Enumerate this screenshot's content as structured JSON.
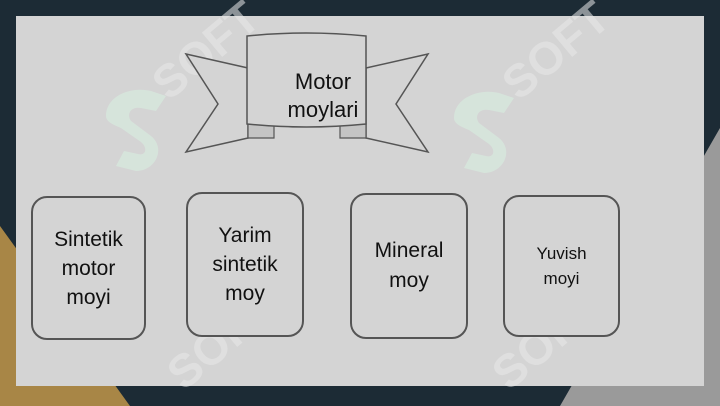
{
  "diagram": {
    "title": "Motor\nmoylari",
    "boxes": [
      {
        "label": "Sintetik\nmotor\nmoyi"
      },
      {
        "label": "Yarim\nsintetik\nmoy"
      },
      {
        "label": "Mineral\nmoy"
      },
      {
        "label": "Yuvish\nmoyi"
      }
    ]
  },
  "watermark": {
    "text": "SOFT"
  },
  "colors": {
    "frame": "#1c2b35",
    "slide": "#d4d4d4",
    "accent_gold": "#a88646",
    "accent_gray": "#9a9a9a",
    "watermark_green": "#d8f2e2",
    "stroke": "#555555"
  }
}
